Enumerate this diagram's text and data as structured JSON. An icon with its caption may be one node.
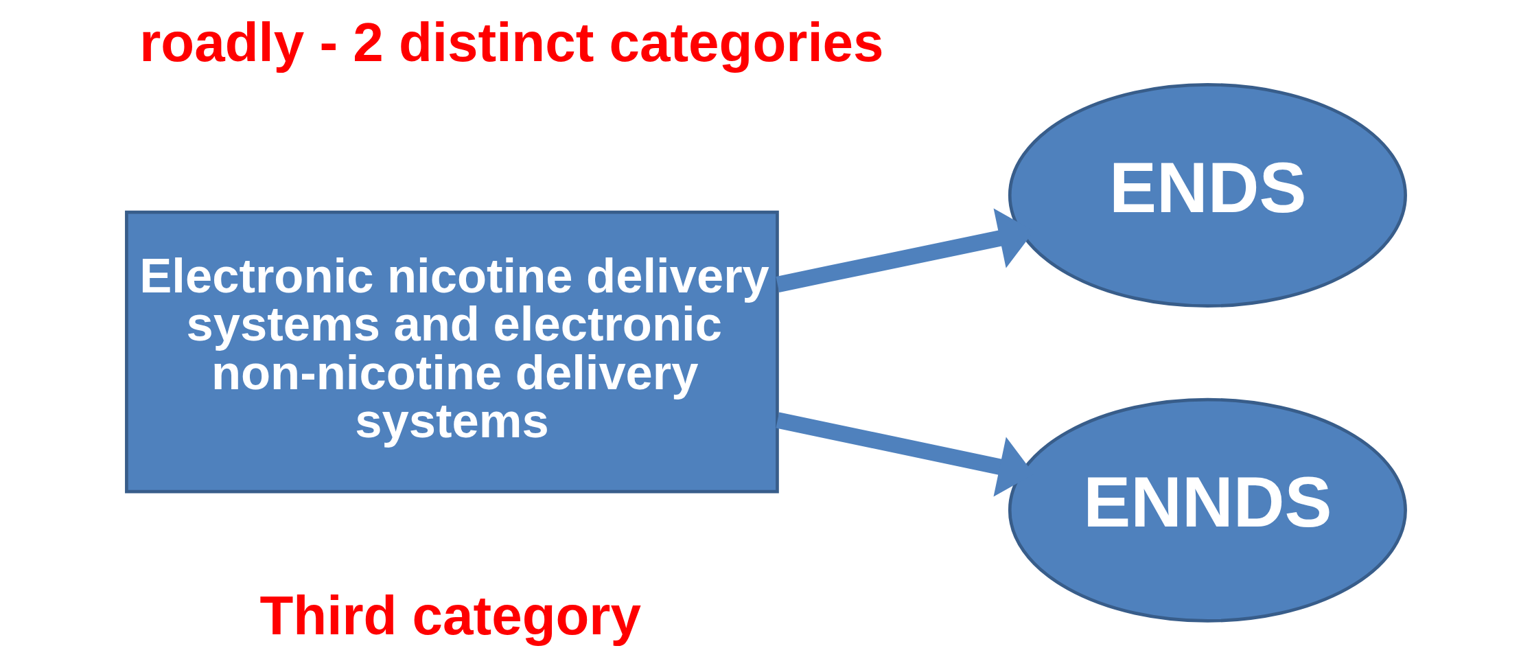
{
  "diagram": {
    "title": "roadly - 2 distinct categories",
    "nodes": [
      {
        "text": [
          "Electronic nicotine delivery systems and electronic non-nicotine delivery systems"
        ]
      },
      {
        "text": [
          "ENDS"
        ]
      },
      {
        "text": [
          "ENNDS"
        ]
      }
    ],
    "edges": [
      {
        "from": 0,
        "to": 1,
        "arrow": "to"
      },
      {
        "from": 0,
        "to": 2,
        "arrow": "to"
      }
    ],
    "labels": [
      "Third category"
    ]
  }
}
